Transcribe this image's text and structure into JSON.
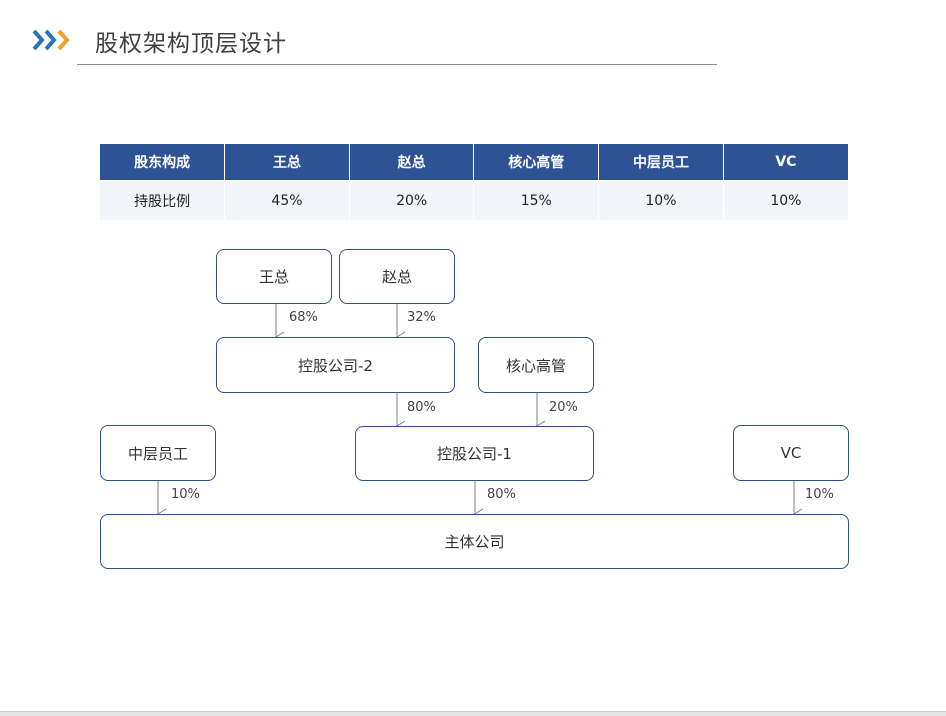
{
  "page": {
    "title": "股权架构顶层设计"
  },
  "colors": {
    "chevron_blue": "#2e75b6",
    "chevron_orange": "#f0a030",
    "table_header": "#2e5395",
    "table_row": "#f2f5fa",
    "node_border": "#2f4f87"
  },
  "table": {
    "headers": [
      "股东构成",
      "王总",
      "赵总",
      "核心高管",
      "中层员工",
      "VC"
    ],
    "row": [
      "持股比例",
      "45%",
      "20%",
      "15%",
      "10%",
      "10%"
    ]
  },
  "diagram": {
    "nodes": {
      "wang": "王总",
      "zhao": "赵总",
      "holding2": "控股公司-2",
      "core_exec": "核心高管",
      "mid_staff": "中层员工",
      "holding1": "控股公司-1",
      "vc": "VC",
      "main": "主体公司"
    },
    "edges": {
      "wang_to_holding2": "68%",
      "zhao_to_holding2": "32%",
      "holding2_to_holding1": "80%",
      "core_exec_to_holding1": "20%",
      "mid_staff_to_main": "10%",
      "holding1_to_main": "80%",
      "vc_to_main": "10%"
    }
  }
}
